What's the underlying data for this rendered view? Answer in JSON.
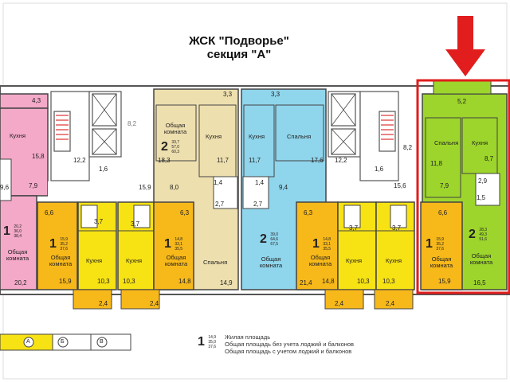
{
  "title_line1": "ЖСК \"Подворье\"",
  "title_line2": "секция \"А\"",
  "colors": {
    "pink": "#f4a9c8",
    "yellow": "#f7e214",
    "orange": "#f7b81a",
    "tan": "#eedfae",
    "blue": "#8fd5ec",
    "green": "#9dd52c",
    "highlight": "#e11d1d"
  },
  "icons": {
    "arrow": "red-down-arrow-icon",
    "stairs": "staircase-icon",
    "elevator": "elevator-icon"
  },
  "rooms": {
    "kitchen": "Кухня",
    "bedroom": "Спальня",
    "common_room": "Общая комната"
  },
  "areas": {
    "a_4_3": "4,3",
    "a_15_8": "15,8",
    "a_9_6": "9,6",
    "a_7_9_left": "7,9",
    "a_20_2": "20,2",
    "a_12_2_left": "12,2",
    "a_1_6_left": "1,6",
    "a_8_2_left": "8,2",
    "a_15_9_corr": "15,9",
    "a_6_6_left": "6,6",
    "a_3_7_a": "3,7",
    "a_3_7_b": "3,7",
    "a_6_3_left": "6,3",
    "a_15_9_left": "15,9",
    "a_10_3_a": "10,3",
    "a_10_3_b": "10,3",
    "a_14_8_left": "14,8",
    "a_2_4_a": "2,4",
    "a_2_4_b": "2,4",
    "a_3_3_left": "3,3",
    "a_18_3": "18,3",
    "a_11_7_left": "11,7",
    "a_8_0": "8,0",
    "a_1_4_left": "1,4",
    "a_2_7_left": "2,7",
    "a_14_9": "14,9",
    "a_3_3_right": "3,3",
    "a_11_7_right": "11,7",
    "a_17_6": "17,6",
    "a_9_4": "9,4",
    "a_1_4_right": "1,4",
    "a_2_7_right": "2,7",
    "a_21_4": "21,4",
    "a_12_2_right": "12,2",
    "a_1_6_right": "1,6",
    "a_8_2_right": "8,2",
    "a_15_6": "15,6",
    "a_6_3_right": "6,3",
    "a_3_7_c": "3,7",
    "a_3_7_d": "3,7",
    "a_14_8_right": "14,8",
    "a_10_3_c": "10,3",
    "a_10_3_d": "10,3",
    "a_2_4_c": "2,4",
    "a_2_4_d": "2,4",
    "a_5_2": "5,2",
    "a_11_8": "11,8",
    "a_8_7": "8,7",
    "a_7_9_right": "7,9",
    "a_2_9": "2,9",
    "a_1_5": "1,5",
    "a_6_6_right": "6,6",
    "a_15_9_right": "15,9",
    "a_16_5": "16,5"
  },
  "badges": [
    {
      "rooms": "1",
      "v1": "20,2",
      "v2": "36,0",
      "v3": "38,4"
    },
    {
      "rooms": "1",
      "v1": "15,9",
      "v2": "35,2",
      "v3": "37,6"
    },
    {
      "rooms": "1",
      "v1": "14,8",
      "v2": "33,1",
      "v3": "35,5"
    },
    {
      "rooms": "2",
      "v1": "33,7",
      "v2": "57,0",
      "v3": "60,3"
    },
    {
      "rooms": "2",
      "v1": "39,0",
      "v2": "64,6",
      "v3": "67,5"
    },
    {
      "rooms": "1",
      "v1": "14,8",
      "v2": "33,1",
      "v3": "35,5"
    },
    {
      "rooms": "1",
      "v1": "15,9",
      "v2": "35,2",
      "v3": "37,6"
    },
    {
      "rooms": "2",
      "v1": "28,3",
      "v2": "49,3",
      "v3": "51,6"
    }
  ],
  "legend": {
    "cat_a": "А",
    "cat_b": "Б",
    "cat_v": "В",
    "badge": {
      "rooms": "1",
      "v1": "14,9",
      "v2": "35,0",
      "v3": "37,6"
    },
    "line1": "Жилая площадь",
    "line2": "Общая площадь без учета лоджий и балконов",
    "line3": "Общая площадь с учетом лоджий и балконов"
  }
}
